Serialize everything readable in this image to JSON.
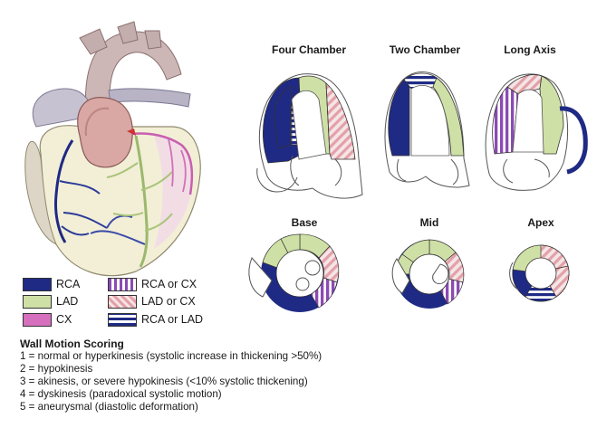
{
  "views": {
    "four_chamber": "Four Chamber",
    "two_chamber": "Two Chamber",
    "long_axis": "Long Axis",
    "base": "Base",
    "mid": "Mid",
    "apex": "Apex"
  },
  "legend": [
    {
      "label": "RCA",
      "pattern": "solid-navy"
    },
    {
      "label": "LAD",
      "pattern": "solid-green"
    },
    {
      "label": "CX",
      "pattern": "solid-pink"
    },
    {
      "label": "RCA or CX",
      "pattern": "stripes-vertical-purple"
    },
    {
      "label": "LAD or CX",
      "pattern": "stripes-diagonal-pink"
    },
    {
      "label": "RCA or LAD",
      "pattern": "stripes-horizontal-navy"
    }
  ],
  "scoring": {
    "title": "Wall Motion Scoring",
    "items": [
      "1 = normal or hyperkinesis (systolic increase in thickening >50%)",
      "2 = hypokinesis",
      "3 = akinesis, or severe hypokinesis (<10% systolic thickening)",
      "4 = dyskinesis (paradoxical systolic motion)",
      "5 = aneurysmal (diastolic deformation)"
    ]
  },
  "colors": {
    "rca": "#1f2a85",
    "lad": "#cfe0a6",
    "cx": "#d66fbe",
    "pink_stripe": "#e4a0a8",
    "purple_stripe": "#8a4bb5"
  }
}
